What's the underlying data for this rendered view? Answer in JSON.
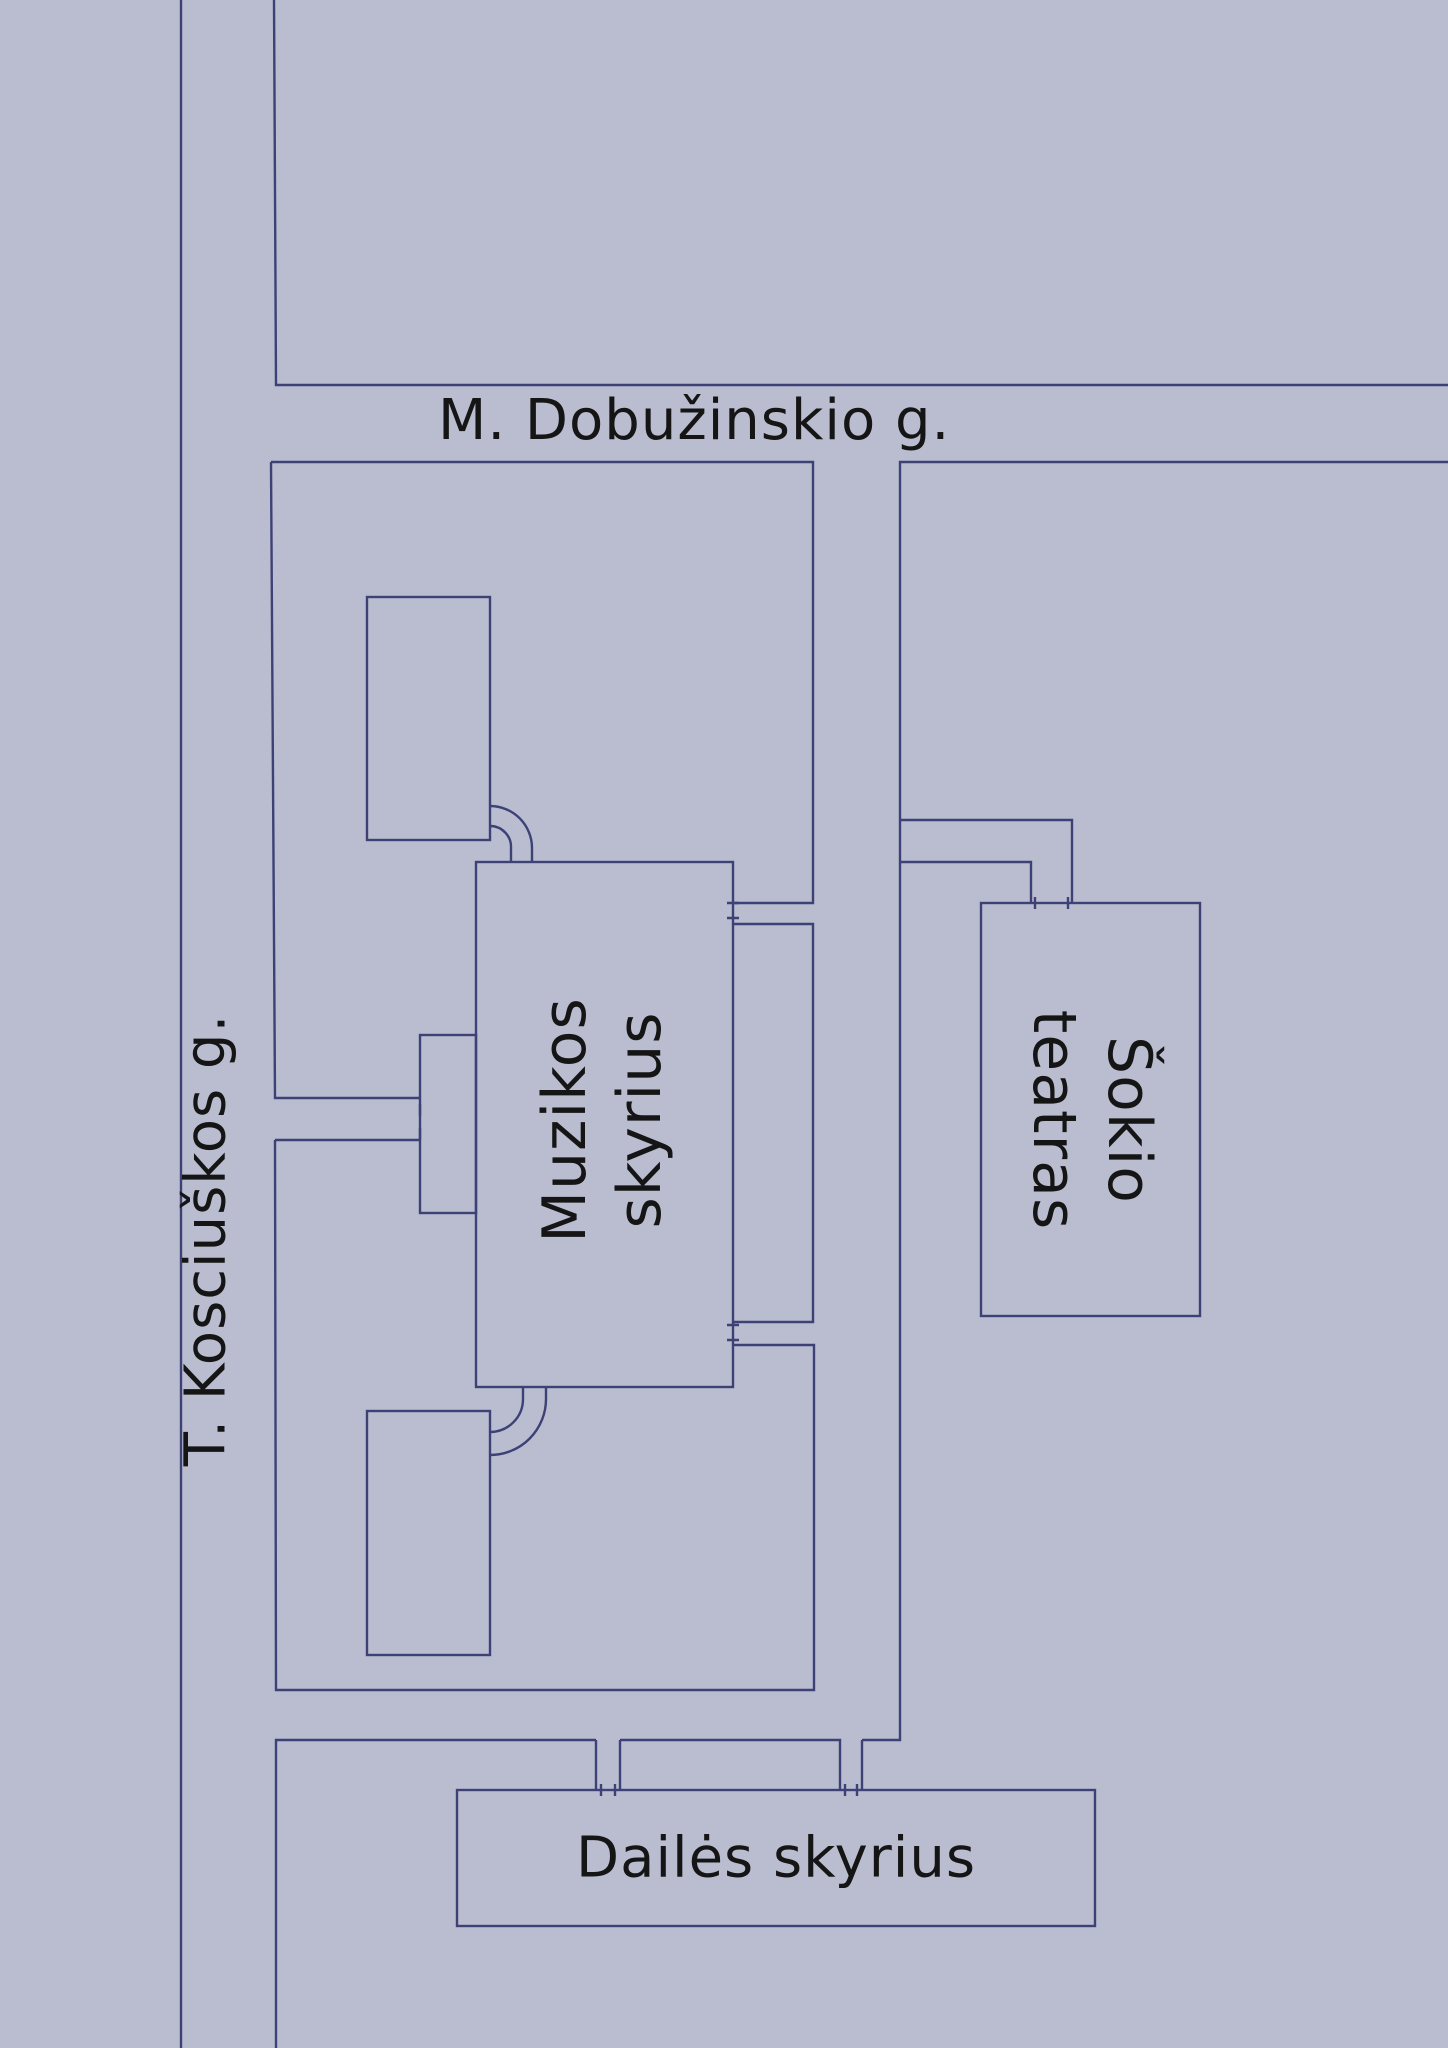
{
  "streets": {
    "dobuzinskio": "M. Dobužinskio g.",
    "kosciuskos": "T. Kosciuškos g."
  },
  "buildings": {
    "muzikos_line1": "Muzikos",
    "muzikos_line2": "skyrius",
    "sokio_line1": "Šokio",
    "sokio_line2": "teatras",
    "dailes": "Dailės skyrius"
  },
  "colors": {
    "background": "#b9bdcf",
    "line": "#3d4175",
    "text": "#151515"
  }
}
